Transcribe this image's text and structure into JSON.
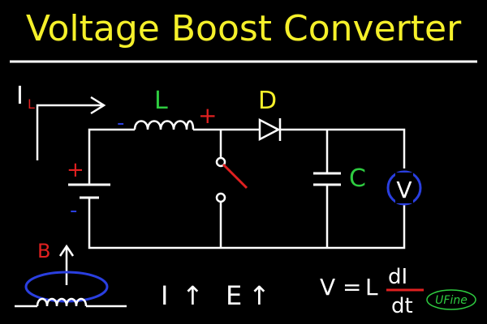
{
  "title": "Voltage Boost Converter",
  "labels": {
    "current": "I",
    "current_sub": "L",
    "inductor": "L",
    "diode": "D",
    "capacitor": "C",
    "voltmeter": "V",
    "magnetic_field": "B",
    "plus": "+",
    "minus": "-",
    "current_up": "I",
    "emf_up": "E",
    "arrow_up": "↑"
  },
  "equation": {
    "lhs": "V",
    "equals": "=",
    "factor": "L",
    "numerator": "dI",
    "denominator": "dt"
  },
  "watermark": "UFine",
  "colors": {
    "background": "#000000",
    "title": "#f5f02a",
    "wire": "#ffffff",
    "inductor_label": "#2ecc40",
    "diode_label": "#f5f02a",
    "capacitor_label": "#2ecc40",
    "voltmeter_ring": "#2a3fe0",
    "plus_sign": "#e02020",
    "minus_sign": "#2a3fe0",
    "field_label": "#e02020",
    "equation_fraction": "#e02020",
    "watermark": "#2ecc40"
  }
}
